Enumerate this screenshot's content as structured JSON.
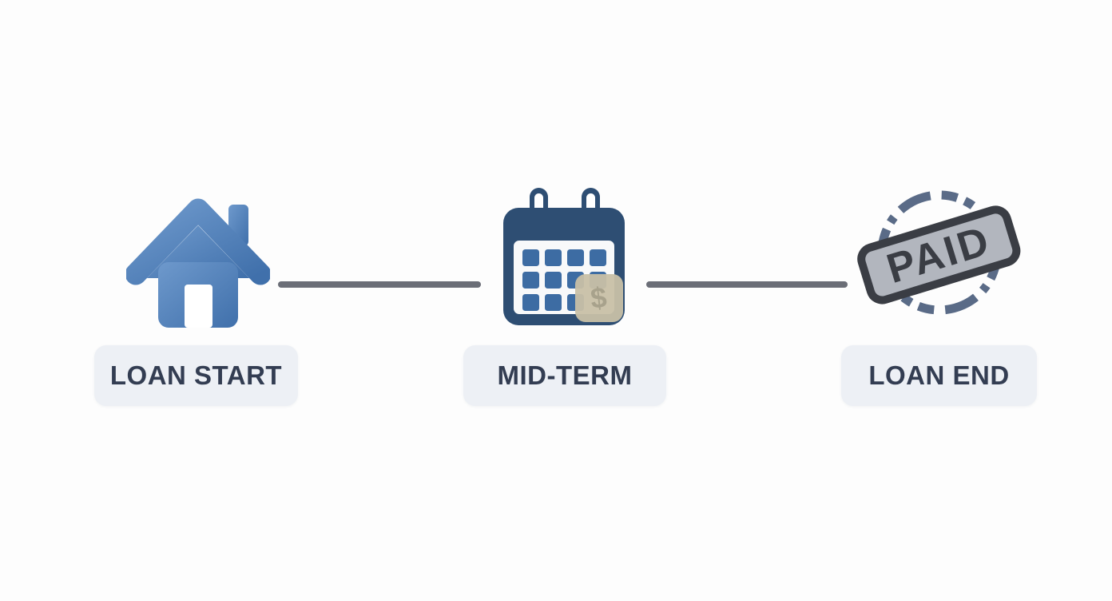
{
  "theme": {
    "page-bg": "#fdfdfd",
    "house-blue-light": "#6e99cc",
    "house-blue": "#4d7db8",
    "house-blue-deep": "#4070ab",
    "calendar-navy": "#2e4e73",
    "calendar-grid-blue": "#3d6ca3",
    "dollar-badge": "#c8c0a7",
    "dollar-glyph": "#a8a28c",
    "connector-gray": "#6b6e77",
    "label-bg": "#edf0f5",
    "label-text": "#333d52",
    "stamp-fill": "#b2b6be",
    "stamp-dark": "#3a3d44",
    "stamp-circle": "#5a6b87"
  },
  "timeline": {
    "milestones": [
      {
        "id": "loan-start",
        "label": "LOAN START",
        "icon": "house-icon"
      },
      {
        "id": "mid-term",
        "label": "MID-TERM",
        "icon": "calendar-payment-icon"
      },
      {
        "id": "loan-end",
        "label": "LOAN END",
        "icon": "paid-stamp-icon"
      }
    ],
    "stamp_text": "PAID",
    "dollar_symbol": "$"
  }
}
